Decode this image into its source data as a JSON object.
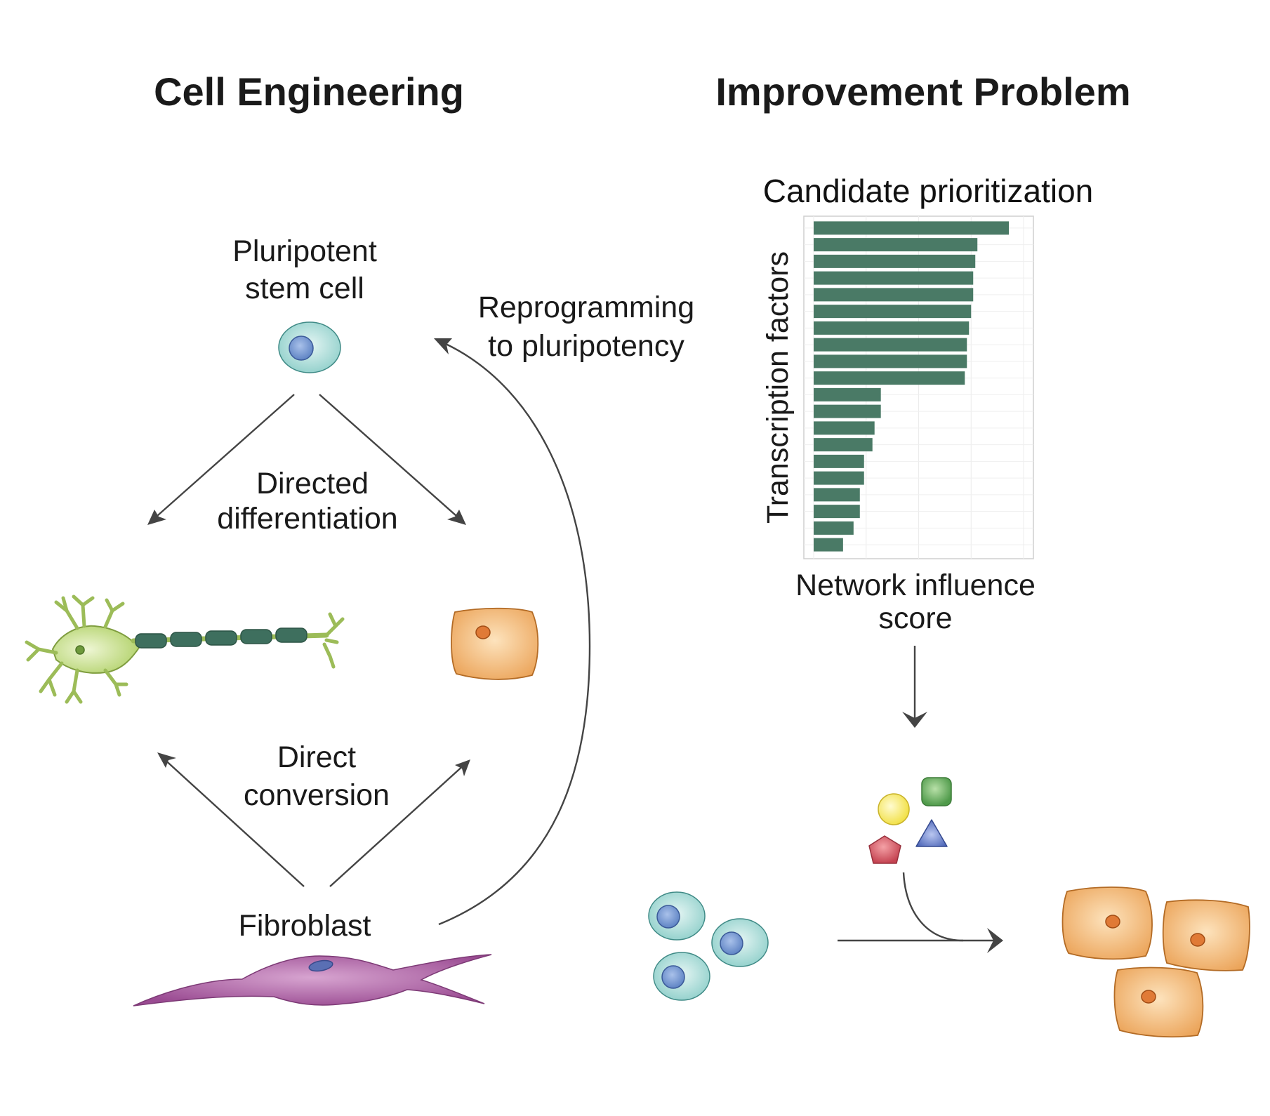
{
  "headings": {
    "left": "Cell Engineering",
    "right": "Improvement Problem"
  },
  "labels": {
    "pluripotent_line1": "Pluripotent",
    "pluripotent_line2": "stem cell",
    "directed_line1": "Directed",
    "directed_line2": "differentiation",
    "direct_line1": "Direct",
    "direct_line2": "conversion",
    "fibroblast": "Fibroblast",
    "reprogramming_line1": "Reprogramming",
    "reprogramming_line2": "to pluripotency"
  },
  "colors": {
    "bar": "#4a7a66",
    "stem_cell": "#9fd6d2",
    "nucleus": "#7a9bd2",
    "neuron": "#b9d77a",
    "myelin": "#3e6f5e",
    "target_cell": "#eeaa62",
    "fibroblast": "#a5559b",
    "arrow": "#444444"
  },
  "chart_data": {
    "type": "bar",
    "orientation": "horizontal",
    "title": "Candidate prioritization",
    "xlabel_line1": "Network influence",
    "xlabel_line2": "score",
    "ylabel": "Transcription factors",
    "xlim": [
      0,
      100
    ],
    "grid": true,
    "values": [
      93,
      78,
      77,
      76,
      76,
      75,
      74,
      73,
      73,
      72,
      32,
      32,
      29,
      28,
      24,
      24,
      22,
      22,
      19,
      14
    ]
  },
  "molecule_icons": [
    "yellow-circle",
    "green-square",
    "red-pentagon",
    "blue-triangle"
  ]
}
